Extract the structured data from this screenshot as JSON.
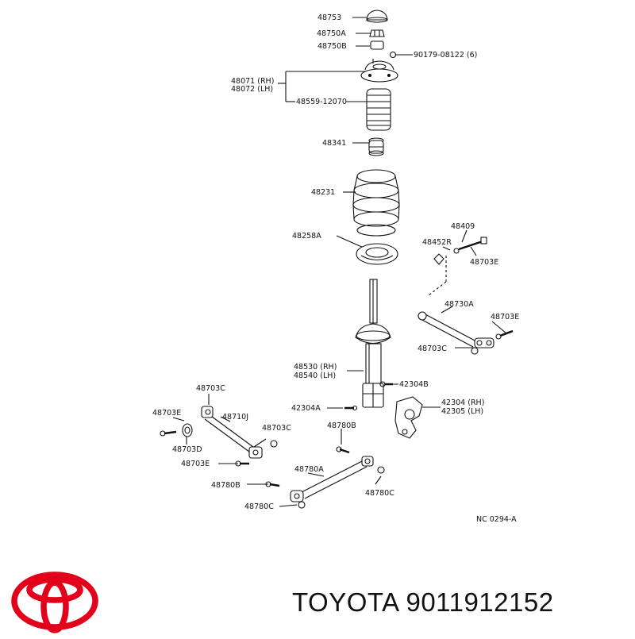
{
  "diagram": {
    "code": "NC 0294-A",
    "parts": {
      "p48753": "48753",
      "p48750a": "48750A",
      "p48750b": "48750B",
      "p90179": "90179-08122 (6)",
      "p48071": "48071 (RH)",
      "p48072": "48072 (LH)",
      "p48559": "48559-12070",
      "p48341": "48341",
      "p48231": "48231",
      "p48258a": "48258A",
      "p48409": "48409",
      "p48452r": "48452R",
      "p48703e_a": "48703E",
      "p48730a": "48730A",
      "p48703e_b": "48703E",
      "p48703c_a": "48703C",
      "p48530": "48530 (RH)",
      "p48540": "48540 (LH)",
      "p42304b": "42304B",
      "p42304a": "42304A",
      "p42304": "42304 (RH)",
      "p42305": "42305 (LH)",
      "p48703c_b": "48703C",
      "p48703e_c": "48703E",
      "p48710j": "48710J",
      "p48703c_c": "48703C",
      "p48703d": "48703D",
      "p48703e_d": "48703E",
      "p48780b_a": "48780B",
      "p48780a": "48780A",
      "p48780b_b": "48780B",
      "p48780c_a": "48780C",
      "p48780c_b": "48780C"
    }
  },
  "brand": {
    "logo": "toyota-logo",
    "logo_color": "#e3001b",
    "caption": "TOYOTA 9011912152"
  }
}
